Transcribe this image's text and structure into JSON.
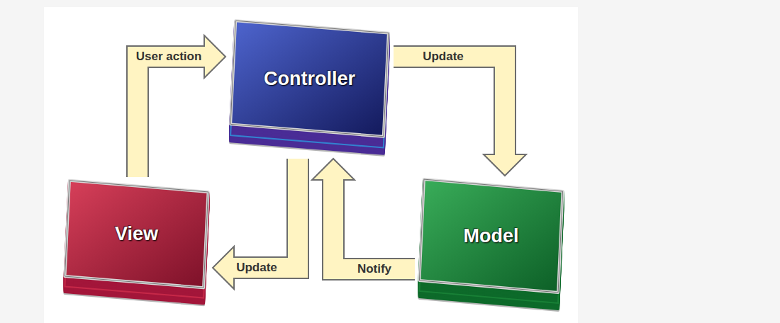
{
  "diagram": {
    "nodes": [
      {
        "text": [
          "Controller"
        ]
      },
      {
        "text": [
          "View"
        ]
      },
      {
        "text": [
          "Model"
        ]
      }
    ],
    "edges": [
      {
        "from": 1,
        "to": 0,
        "arrow": "to",
        "label": "User action"
      },
      {
        "from": 0,
        "to": 2,
        "arrow": "to",
        "label": "Update"
      },
      {
        "from": 2,
        "to": 0,
        "arrow": "to",
        "label": "Notify"
      },
      {
        "from": 0,
        "to": 1,
        "arrow": "to",
        "label": "Update"
      }
    ]
  }
}
